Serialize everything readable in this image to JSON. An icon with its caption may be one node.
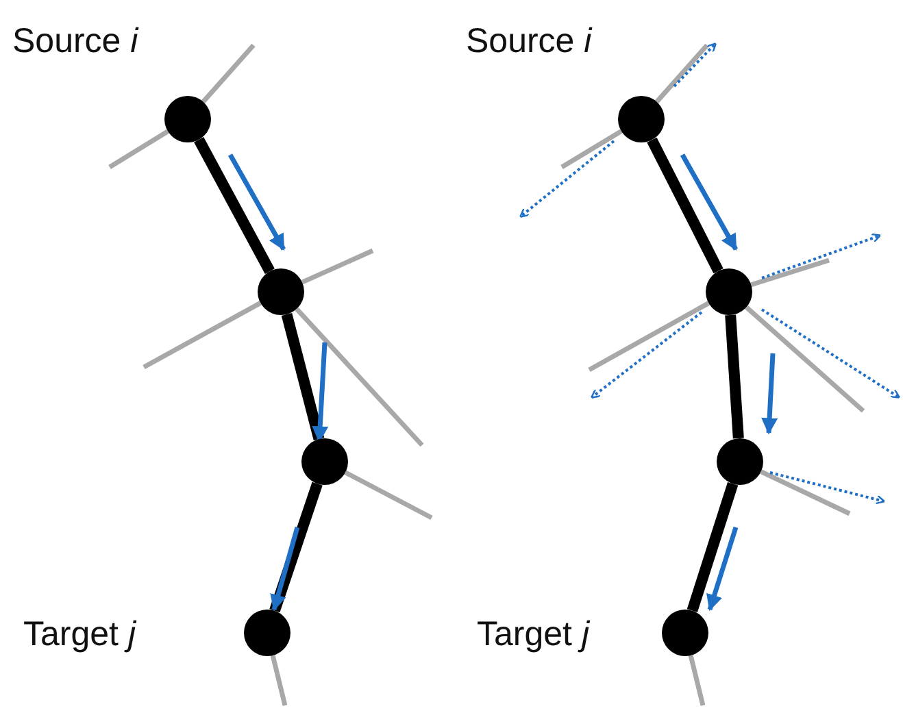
{
  "diagram": {
    "nodes": [
      {
        "text": [],
        "shape": "circle",
        "beside": [
          "Source *i*"
        ]
      },
      {
        "text": [],
        "shape": "circle"
      },
      {
        "text": [],
        "shape": "circle"
      },
      {
        "text": [],
        "shape": "circle",
        "beside": [
          "Target *j*"
        ]
      },
      {
        "text": [],
        "shape": "circle",
        "beside": [
          "Source *i*"
        ]
      },
      {
        "text": [],
        "shape": "circle"
      },
      {
        "text": [],
        "shape": "circle"
      },
      {
        "text": [],
        "shape": "circle",
        "beside": [
          "Target *j*"
        ]
      }
    ],
    "edges": [
      {
        "from": 0,
        "to": 1,
        "arrow": "none",
        "style": "thick",
        "color": "#000000"
      },
      {
        "from": 1,
        "to": 2,
        "arrow": "none",
        "style": "thick",
        "color": "#000000"
      },
      {
        "from": 2,
        "to": 3,
        "arrow": "none",
        "style": "thick",
        "color": "#000000"
      },
      {
        "from": 0,
        "to": null,
        "arrow": "none"
      },
      {
        "from": 0,
        "to": null,
        "arrow": "none"
      },
      {
        "from": 1,
        "to": null,
        "arrow": "none"
      },
      {
        "from": 1,
        "to": null,
        "arrow": "none"
      },
      {
        "from": 1,
        "to": null,
        "arrow": "none"
      },
      {
        "from": 2,
        "to": null,
        "arrow": "none"
      },
      {
        "from": 3,
        "to": null,
        "arrow": "none"
      },
      {
        "from": 4,
        "to": 5,
        "arrow": "none",
        "style": "thick",
        "color": "#000000"
      },
      {
        "from": 5,
        "to": 6,
        "arrow": "none",
        "style": "thick",
        "color": "#000000"
      },
      {
        "from": 6,
        "to": 7,
        "arrow": "none",
        "style": "thick",
        "color": "#000000"
      },
      {
        "from": 4,
        "to": null,
        "arrow": "none"
      },
      {
        "from": 4,
        "to": null,
        "arrow": "none"
      },
      {
        "from": 5,
        "to": null,
        "arrow": "none"
      },
      {
        "from": 5,
        "to": null,
        "arrow": "none"
      },
      {
        "from": 5,
        "to": null,
        "arrow": "none"
      },
      {
        "from": 6,
        "to": null,
        "arrow": "none"
      },
      {
        "from": 7,
        "to": null,
        "arrow": "none"
      }
    ]
  }
}
